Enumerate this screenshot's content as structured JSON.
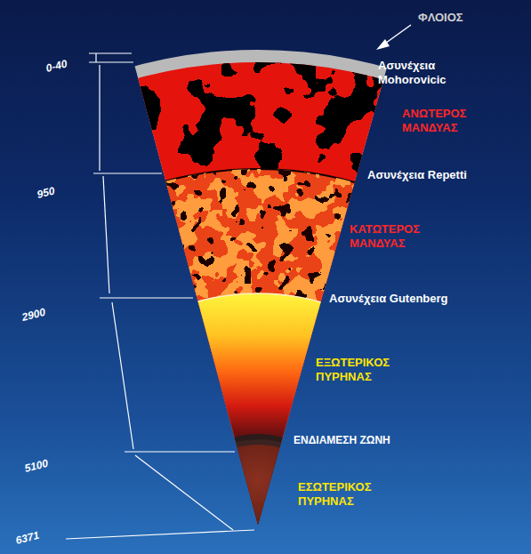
{
  "diagram": {
    "labels": [
      "ΦΛΟΙΟΣ",
      "Ασυνέχεια Mohorovicic",
      "0-40",
      "ΑΝΩΤΕΡΟΣ ΜΑΝΔΥΑΣ",
      "Ασυνέχεια Repetti",
      "950",
      "ΚΑΤΩΤΕΡΟΣ ΜΑΝΔΥΑΣ",
      "Ασυνέχεια Gutenberg",
      "2900",
      "ΕΞΩΤΕΡΙΚΟΣ ΠΥΡΗΝΑΣ",
      "ΕΝΔΙΑΜΕΣΗ ΖΩΝΗ",
      "5100",
      "ΕΣΩΤΕΡΙΚΟΣ ΠΥΡΗΝΑΣ",
      "6371"
    ]
  }
}
